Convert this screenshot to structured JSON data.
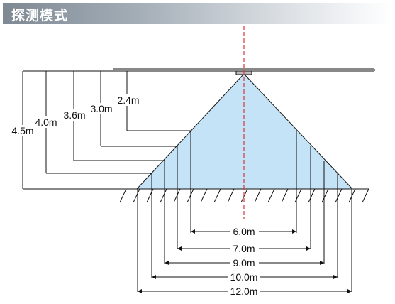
{
  "header": {
    "title": "探测模式"
  },
  "heights": [
    "4.5m",
    "4.0m",
    "3.6m",
    "3.0m",
    "2.4m"
  ],
  "widths": [
    "6.0m",
    "7.0m",
    "9.0m",
    "10.0m",
    "12.0m"
  ],
  "colors": {
    "cone": "#c5e3f6",
    "axis": "#d9363e",
    "line": "#111111"
  }
}
